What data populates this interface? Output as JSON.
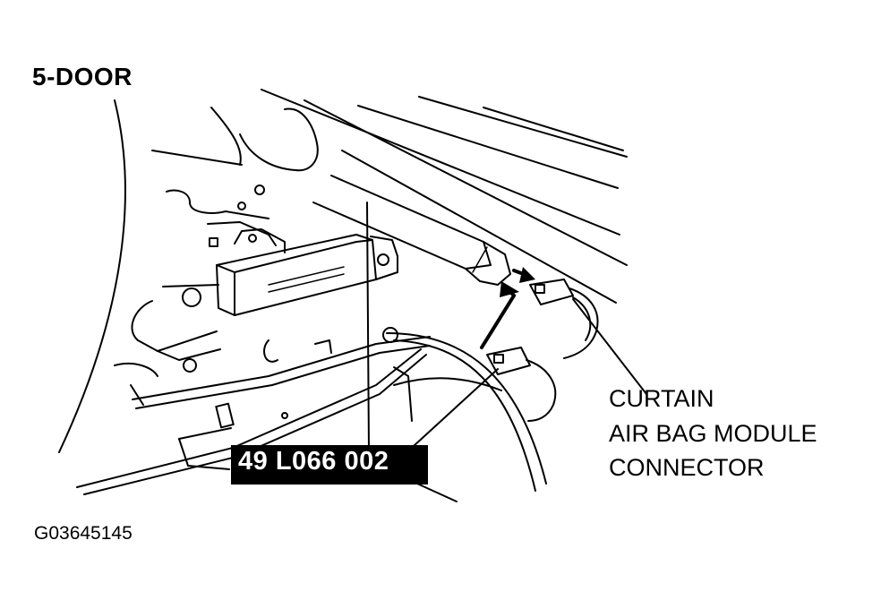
{
  "diagram": {
    "title": "5-DOOR",
    "part_number": "49 L066 002",
    "callout": {
      "line1": "CURTAIN",
      "line2": "AIR BAG MODULE",
      "line3": "CONNECTOR"
    },
    "figure_id": "G03645145"
  }
}
